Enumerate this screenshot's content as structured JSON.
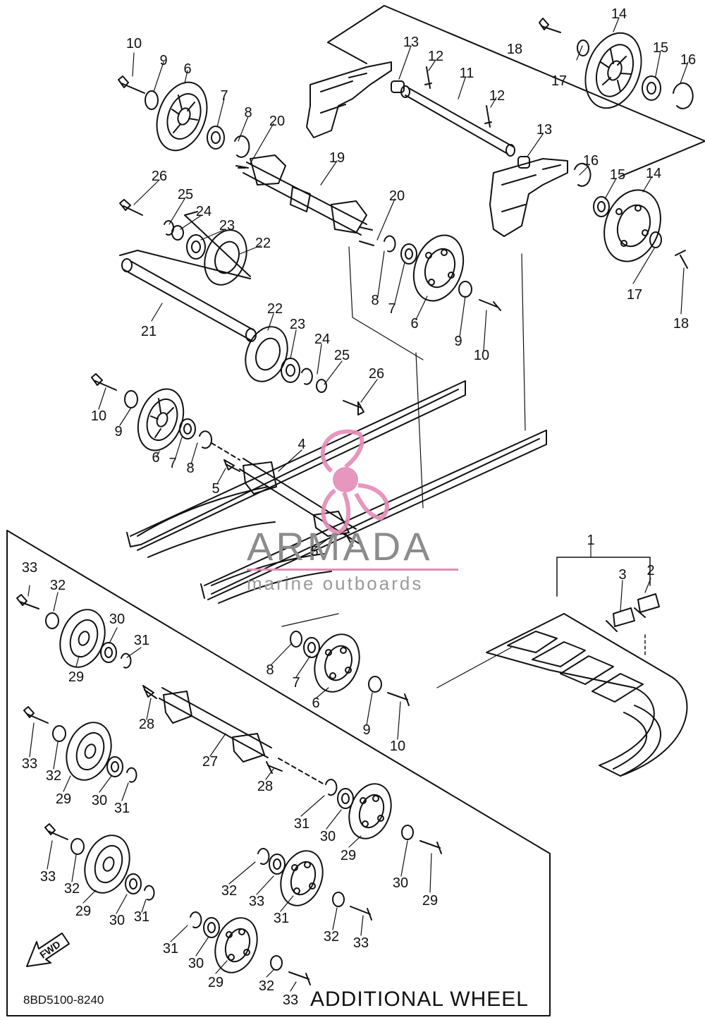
{
  "diagram": {
    "caption": "ADDITIONAL WHEEL",
    "part_code": "8BD5100-8240",
    "fwd_label": "FWD",
    "watermark": {
      "brand": "ARMADA",
      "tagline": "marine outboards",
      "accent_color": "#e58bb6",
      "text_color": "#8c8c8c"
    },
    "callouts": [
      "10",
      "9",
      "6",
      "7",
      "8",
      "20",
      "13",
      "12",
      "11",
      "12",
      "13",
      "18",
      "17",
      "14",
      "15",
      "16",
      "26",
      "25",
      "24",
      "23",
      "22",
      "19",
      "20",
      "16",
      "15",
      "14",
      "21",
      "8",
      "7",
      "6",
      "9",
      "10",
      "17",
      "18",
      "22",
      "23",
      "24",
      "25",
      "26",
      "10",
      "9",
      "6",
      "7",
      "8",
      "4",
      "5",
      "5",
      "1",
      "3",
      "2",
      "33",
      "32",
      "30",
      "31",
      "29",
      "8",
      "7",
      "6",
      "9",
      "10",
      "28",
      "27",
      "28",
      "33",
      "32",
      "29",
      "30",
      "31",
      "31",
      "30",
      "29",
      "33",
      "32",
      "29",
      "30",
      "31",
      "32",
      "33",
      "31",
      "30",
      "29",
      "32",
      "33",
      "31",
      "30",
      "29",
      "32",
      "33"
    ]
  }
}
